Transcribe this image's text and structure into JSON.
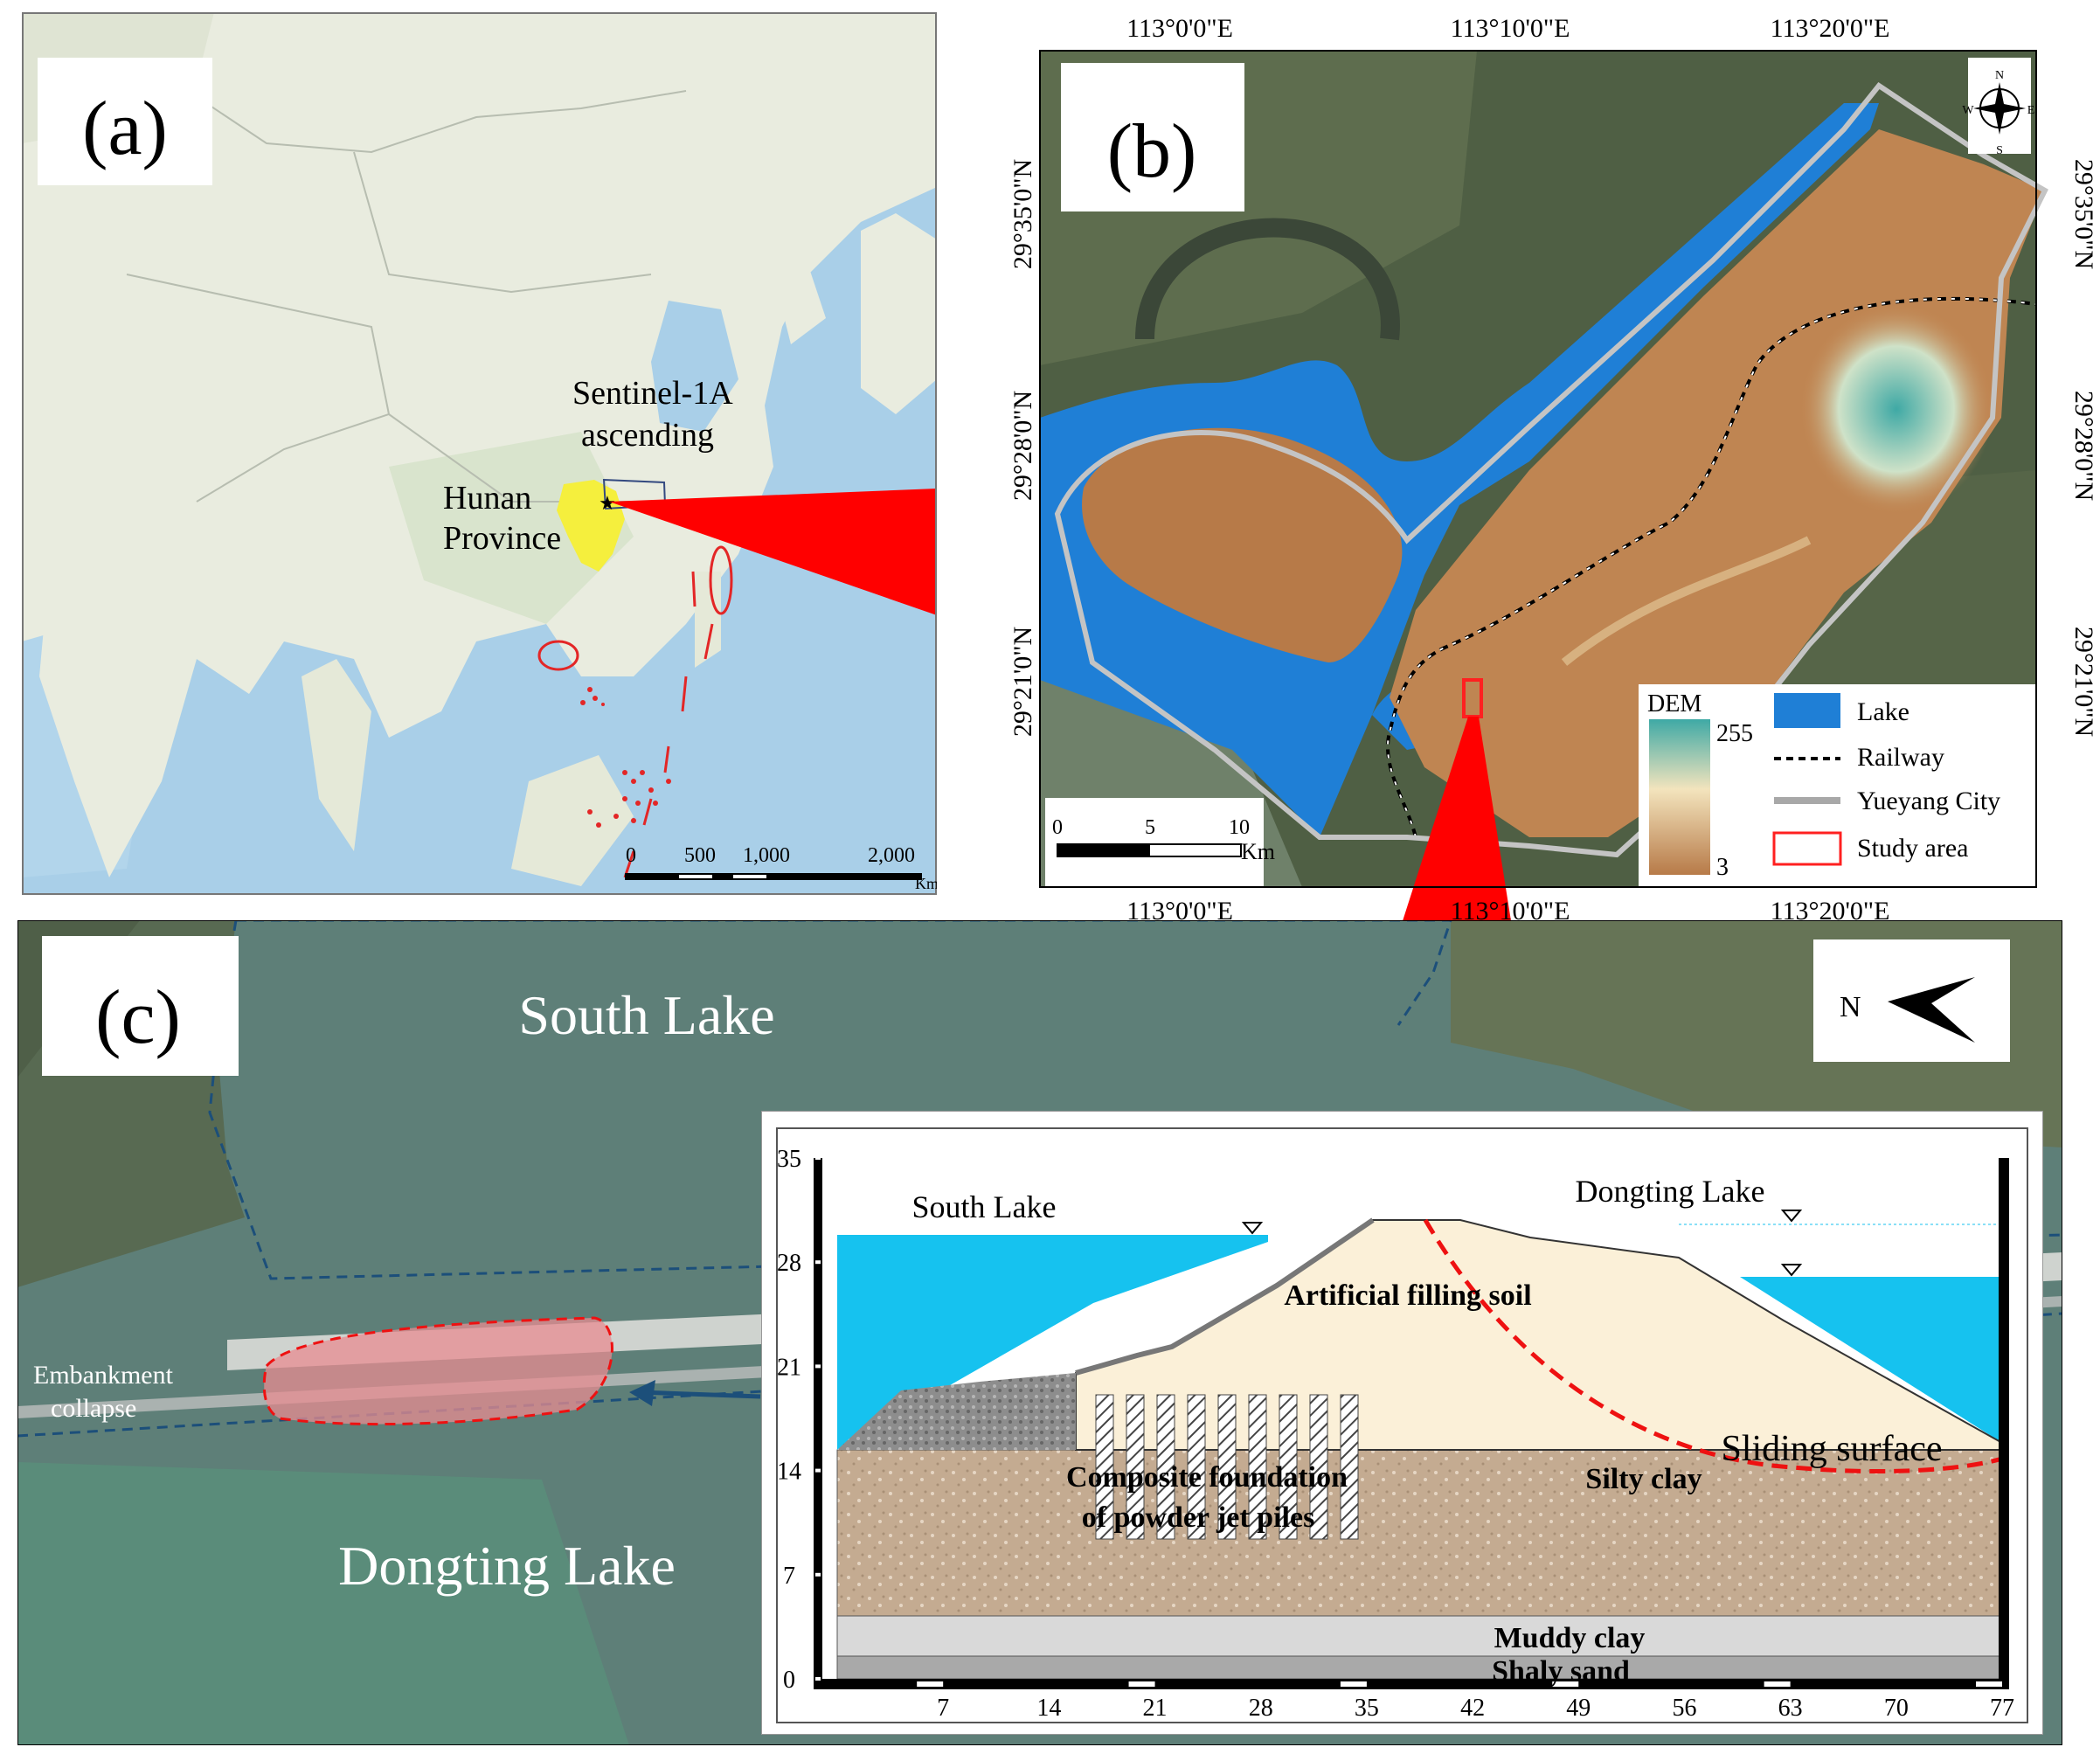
{
  "panel_a": {
    "label": "(a)",
    "sentinel_label_1": "Sentinel-1A",
    "sentinel_label_2": "ascending",
    "province_label_1": "Hunan",
    "province_label_2": "Province",
    "scale": {
      "ticks": [
        "0",
        "500",
        "1,000",
        "2,000"
      ],
      "unit": "Km"
    }
  },
  "panel_b": {
    "label": "(b)",
    "top_coords": [
      "113°0'0\"E",
      "113°10'0\"E",
      "113°20'0\"E"
    ],
    "bottom_coords": [
      "113°0'0\"E",
      "113°10'0\"E",
      "113°20'0\"E"
    ],
    "left_coords": [
      "29°35'0\"N",
      "29°28'0\"N",
      "29°21'0\"N"
    ],
    "right_coords": [
      "29°35'0\"N",
      "29°28'0\"N",
      "29°21'0\"N"
    ],
    "compass": {
      "n": "N",
      "s": "S",
      "e": "E",
      "w": "W"
    },
    "scale": {
      "ticks": [
        "0",
        "5",
        "10"
      ],
      "unit": "Km"
    },
    "dem": {
      "title": "DEM",
      "max": "255",
      "min": "3"
    },
    "legend": {
      "lake": "Lake",
      "railway": "Railway",
      "city": "Yueyang City",
      "study": "Study area"
    },
    "colors": {
      "lake": "#1f7fd6",
      "dem_low": "#b77a48",
      "dem_mid": "#f3e4bd",
      "dem_high": "#3fa9a5",
      "railway": "#000000",
      "study": "#ff2020"
    }
  },
  "panel_c": {
    "label": "(c)",
    "south_lake": "South Lake",
    "dongting_lake": "Dongting Lake",
    "collapse_1": "Embankment",
    "collapse_2": "collapse",
    "north": "N"
  },
  "section": {
    "y_ticks": [
      "35",
      "28",
      "21",
      "14",
      "7",
      "0"
    ],
    "x_ticks": [
      "7",
      "14",
      "21",
      "28",
      "35",
      "42",
      "49",
      "56",
      "63",
      "70",
      "77"
    ],
    "south_lake": "South Lake",
    "dongting_lake": "Dongting Lake",
    "fill_soil": "Artificial filling soil",
    "silty_clay": "Silty clay",
    "composite_1": "Composite foundation",
    "composite_2": "of powder jet piles",
    "muddy_clay": "Muddy clay",
    "shaly_sand": "Shaly sand",
    "sliding": "Sliding surface",
    "colors": {
      "water": "#16c2ef",
      "fill": "#fbf0d8",
      "silty": "#c4ab91",
      "muddy": "#d9d9d9",
      "shaly": "#a9a9a9",
      "slide": "#ee1111"
    }
  }
}
